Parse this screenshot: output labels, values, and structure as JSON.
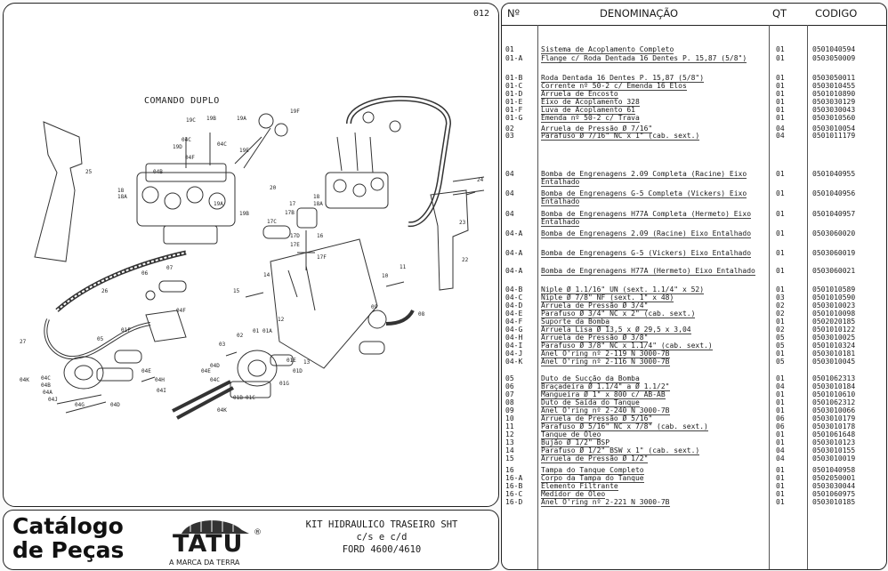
{
  "page_number": "012",
  "diagram": {
    "title": "COMANDO DUPLO",
    "callouts": [
      "19C",
      "19B",
      "19A",
      "19D",
      "19E",
      "04C",
      "04F",
      "19F",
      "04C",
      "04B",
      "19B",
      "19A",
      "20",
      "18",
      "18A",
      "16",
      "17",
      "17B",
      "17C",
      "17D",
      "17E",
      "17F",
      "18",
      "18A",
      "25",
      "26",
      "06",
      "07",
      "04F",
      "15",
      "14",
      "13",
      "12",
      "09",
      "08",
      "22",
      "23",
      "24",
      "11",
      "10",
      "27",
      "05",
      "01F",
      "04C",
      "04B",
      "04A",
      "04J",
      "04G",
      "04D",
      "04E",
      "04I",
      "04H",
      "04K",
      "03",
      "02",
      "01",
      "01A",
      "01B",
      "01C",
      "01D",
      "01E",
      "01G",
      "04K",
      "04C",
      "04D",
      "04E"
    ]
  },
  "footer": {
    "catalog_line1": "Catálogo",
    "catalog_line2": "de Peças",
    "brand": "TATU",
    "registered": "®",
    "slogan": "A MARCA DA TERRA",
    "kit_line1": "KIT HIDRAULICO TRASEIRO SHT",
    "kit_line2": "c/s e c/d",
    "kit_line3": "FORD 4600/4610"
  },
  "table": {
    "headers": {
      "num": "Nº",
      "denominacao": "DENOMINAÇÃO",
      "qt": "QT",
      "codigo": "CODIGO"
    },
    "rows": [
      {
        "num": "01",
        "desc": "Sistema de Acoplamento Completo",
        "qt": "01",
        "code": "0501040594"
      },
      {
        "num": "01-A",
        "desc": "Flange c/ Roda Dentada 16 Dentes P. 15,87 (5/8\")",
        "qt": "01",
        "code": "0503050009"
      },
      {
        "num": "01-B",
        "desc": "Roda Dentada 16 Dentes P. 15,87 (5/8\")",
        "qt": "01",
        "code": "0503050011"
      },
      {
        "num": "01-C",
        "desc": "Corrente nº 50-2 c/ Emenda 16 Elos",
        "qt": "01",
        "code": "0503010455"
      },
      {
        "num": "01-D",
        "desc": "Arruela de Encosto",
        "qt": "01",
        "code": "0501010890"
      },
      {
        "num": "01-E",
        "desc": "Eixo de Acoplamento 328",
        "qt": "01",
        "code": "0503030129"
      },
      {
        "num": "01-F",
        "desc": "Luva de Acoplamento 61",
        "qt": "01",
        "code": "0503030043"
      },
      {
        "num": "01-G",
        "desc": "Emenda nº 50-2 c/ Trava",
        "qt": "01",
        "code": "0503010560"
      },
      {
        "num": "02",
        "desc": "Arruela de Pressão Ø 7/16\"",
        "qt": "04",
        "code": "0503010054"
      },
      {
        "num": "03",
        "desc": "Parafuso Ø 7/16\" NC x 1\" (cab. sext.)",
        "qt": "04",
        "code": "0501011179"
      },
      {
        "num": "04",
        "desc": "Bomba de Engrenagens 2.09 Completa (Racine) Eixo Entalhado",
        "qt": "01",
        "code": "0501040955"
      },
      {
        "num": "04",
        "desc": "Bomba de Engrenagens G-5 Completa (Vickers) Eixo Entalhado",
        "qt": "01",
        "code": "0501040956"
      },
      {
        "num": "04",
        "desc": "Bomba de Engrenagens H77A Completa (Hermeto) Eixo Entalhado",
        "qt": "01",
        "code": "0501040957"
      },
      {
        "num": "04-A",
        "desc": "Bomba de Engrenagens 2.09 (Racine) Eixo Entalhado",
        "qt": "01",
        "code": "0503060020"
      },
      {
        "num": "04-A",
        "desc": "Bomba de Engrenagens G-5 (Vickers) Eixo Entalhado",
        "qt": "01",
        "code": "0503060019"
      },
      {
        "num": "04-A",
        "desc": "Bomba de Engrenagens H77A (Hermeto) Eixo Entalhado",
        "qt": "01",
        "code": "0503060021"
      },
      {
        "num": "04-B",
        "desc": "Niple Ø 1.1/16\" UN (sext. 1.1/4\" x 52)",
        "qt": "01",
        "code": "0501010589"
      },
      {
        "num": "04-C",
        "desc": "Niple Ø 7/8\" NF (sext. 1\" x 48)",
        "qt": "03",
        "code": "0501010590"
      },
      {
        "num": "04-D",
        "desc": "Arruela de Pressão Ø 3/4\"",
        "qt": "02",
        "code": "0503010023"
      },
      {
        "num": "04-E",
        "desc": "Parafuso Ø 3/4\" NC x 2\" (cab. sext.)",
        "qt": "02",
        "code": "0501010098"
      },
      {
        "num": "04-F",
        "desc": "Suporte da Bomba",
        "qt": "01",
        "code": "0502020185"
      },
      {
        "num": "04-G",
        "desc": "Arruela Lisa Ø 13,5 x Ø 29,5 x 3,04",
        "qt": "02",
        "code": "0501010122"
      },
      {
        "num": "04-H",
        "desc": "Arruela de Pressão Ø 3/8\"",
        "qt": "05",
        "code": "0503010025"
      },
      {
        "num": "04-I",
        "desc": "Parafuso Ø 3/8\" NC x 1.1/4\" (cab. sext.)",
        "qt": "05",
        "code": "0501010324"
      },
      {
        "num": "04-J",
        "desc": "Anel O'ring nº 2-119 N 3000-7B",
        "qt": "01",
        "code": "0503010181"
      },
      {
        "num": "04-K",
        "desc": "Anel O'ring nº 2-116 N 3000-7B",
        "qt": "05",
        "code": "0503010045"
      },
      {
        "num": "05",
        "desc": "Duto de Sucção da Bomba",
        "qt": "01",
        "code": "0501062313"
      },
      {
        "num": "06",
        "desc": "Braçadeira Ø 1.1/4\" a Ø 1.1/2\"",
        "qt": "04",
        "code": "0503010184"
      },
      {
        "num": "07",
        "desc": "Mangueira Ø 1\" x 800 c/ AB-AB",
        "qt": "01",
        "code": "0501010610"
      },
      {
        "num": "08",
        "desc": "Duto de Saída do Tanque",
        "qt": "01",
        "code": "0501062312"
      },
      {
        "num": "09",
        "desc": "Anel O'ring nº 2-240 N 3000-7B",
        "qt": "01",
        "code": "0503010066"
      },
      {
        "num": "10",
        "desc": "Arruela de Pressão Ø 5/16\"",
        "qt": "06",
        "code": "0503010179"
      },
      {
        "num": "11",
        "desc": "Parafuso Ø 5/16\" NC x 7/8\" (cab. sext.)",
        "qt": "06",
        "code": "0503010178"
      },
      {
        "num": "12",
        "desc": "Tanque de Óleo",
        "qt": "01",
        "code": "0501061648"
      },
      {
        "num": "13",
        "desc": "Bujão Ø 1/2\" BSP",
        "qt": "01",
        "code": "0503010123"
      },
      {
        "num": "14",
        "desc": "Parafuso Ø 1/2\" BSW x 1\" (cab. sext.)",
        "qt": "04",
        "code": "0503010155"
      },
      {
        "num": "15",
        "desc": "Arruela de Pressão Ø 1/2\"",
        "qt": "04",
        "code": "0503010019"
      },
      {
        "num": "16",
        "desc": "Tampa do Tanque Completo",
        "qt": "01",
        "code": "0501040958"
      },
      {
        "num": "16-A",
        "desc": "Corpo da Tampa do Tanque",
        "qt": "01",
        "code": "0502050001"
      },
      {
        "num": "16-B",
        "desc": "Elemento Filtrante",
        "qt": "01",
        "code": "0503030044"
      },
      {
        "num": "16-C",
        "desc": "Medidor de Óleo",
        "qt": "01",
        "code": "0501060975"
      },
      {
        "num": "16-D",
        "desc": "Anel O'ring nº 2-221 N 3000-7B",
        "qt": "01",
        "code": "0503010185"
      }
    ]
  }
}
